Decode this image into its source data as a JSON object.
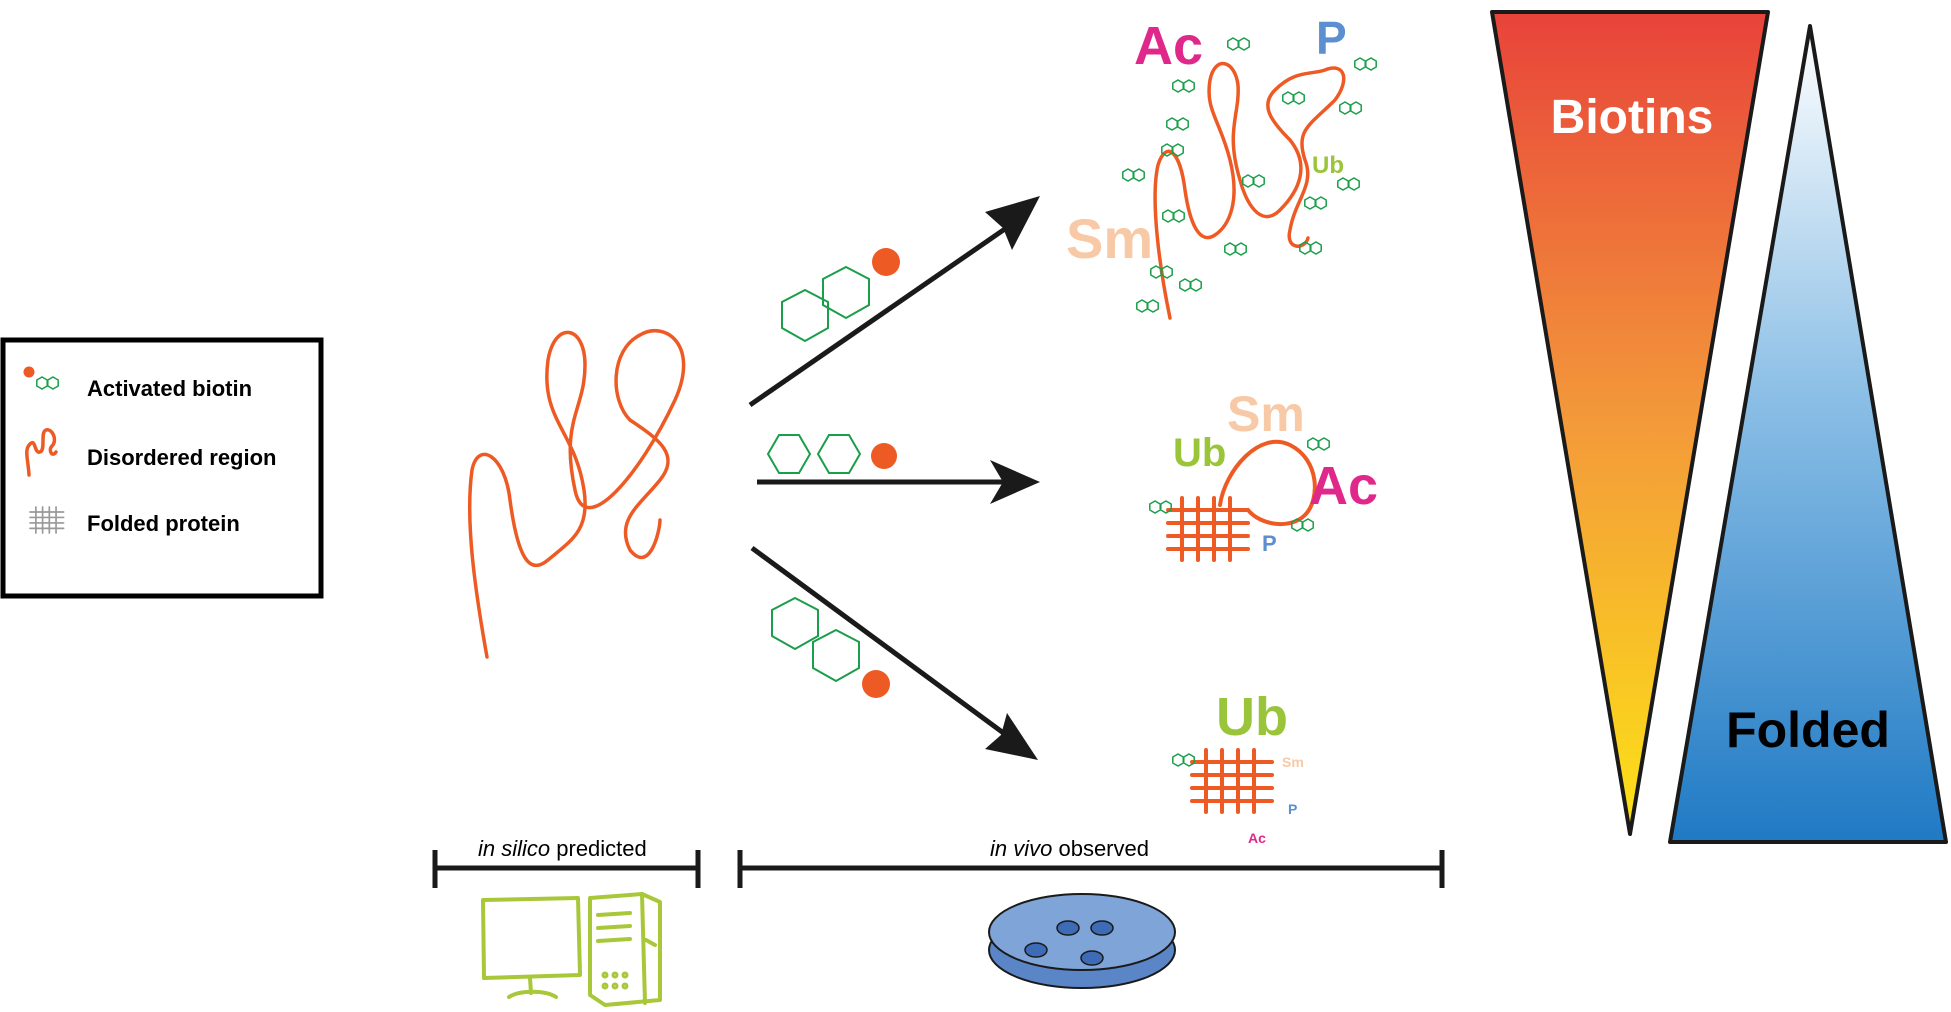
{
  "legend": {
    "items": [
      {
        "label": "Activated biotin",
        "icon": "activated-biotin-icon"
      },
      {
        "label": "Disordered region",
        "icon": "disordered-region-icon"
      },
      {
        "label": "Folded protein",
        "icon": "folded-protein-icon"
      }
    ]
  },
  "ptm": {
    "acetyl": "Ac",
    "phospho": "P",
    "ubiquitin": "Ub",
    "sumo": "Sm"
  },
  "triangles": {
    "biotins_label": "Biotins",
    "folded_label": "Folded"
  },
  "scale": {
    "in_silico_italic": "in silico",
    "in_silico_rest": " predicted",
    "in_vivo_italic": "in vivo",
    "in_vivo_rest": " observed"
  },
  "colors": {
    "disordered": "#ee5a24",
    "biotin": "#1a9e4a",
    "acetyl": "#e0288a",
    "phospho": "#5b8fd0",
    "ubiquitin": "#9ac53b",
    "sumo": "#f8c9a6",
    "computer": "#a8c83a",
    "dish": "#5a86c8"
  }
}
